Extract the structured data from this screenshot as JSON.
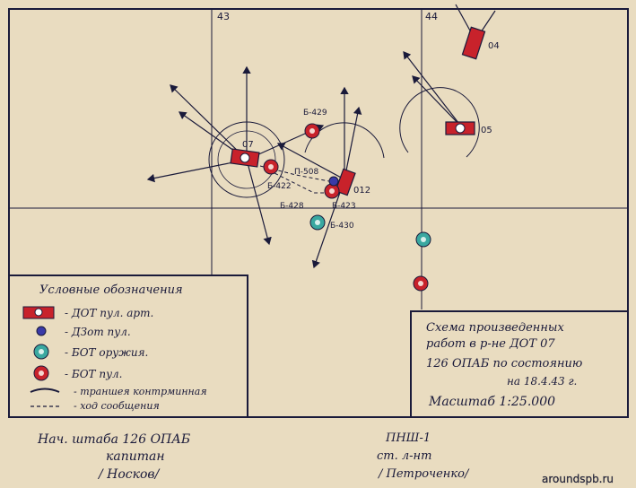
{
  "grid": {
    "col_labels": [
      "43",
      "44"
    ]
  },
  "objects": {
    "dot07": {
      "label": "07"
    },
    "dot05": {
      "label": "05"
    },
    "dot04": {
      "label": "04"
    },
    "dot012": {
      "label": "012"
    },
    "b429": {
      "label": "Б-429"
    },
    "b422": {
      "label": "Б-422"
    },
    "b428": {
      "label": "Б-428"
    },
    "b423": {
      "label": "Б-423"
    },
    "b430": {
      "label": "Б-430"
    },
    "p508": {
      "label": "П-508"
    }
  },
  "legend": {
    "title": "Условные обозначения",
    "items": [
      {
        "key": "dot",
        "label": "- ДОТ пул. арт."
      },
      {
        "key": "dzot",
        "label": "- ДЗот пул."
      },
      {
        "key": "bot_art",
        "label": "- БОТ оружия."
      },
      {
        "key": "bot_pul",
        "label": "- БОТ пул."
      },
      {
        "key": "trench",
        "label": "- траншея контрминная"
      },
      {
        "key": "comm",
        "label": "- ход сообщения"
      }
    ]
  },
  "title_box": {
    "line1": "Схема произведенных",
    "line2": "работ в р-не ДОТ 07",
    "line3": "126 ОПАБ по состоянию",
    "line4": "на 18.4.43 г.",
    "scale": "Масштаб 1:25.000"
  },
  "signature_left": {
    "line1": "Нач. штаба 126 ОПАБ",
    "line2": "капитан",
    "line3": "/ Носков/"
  },
  "signature_right": {
    "line1": "ПНШ-1",
    "line2": "ст. л-нт",
    "line3": "/ Петроченко/"
  },
  "watermark": "aroundspb.ru",
  "colors": {
    "paper": "#e9dcc0",
    "ink": "#1a1a3a",
    "red": "#c8222b",
    "blue": "#3a3aa8",
    "teal": "#3aa8a0"
  }
}
